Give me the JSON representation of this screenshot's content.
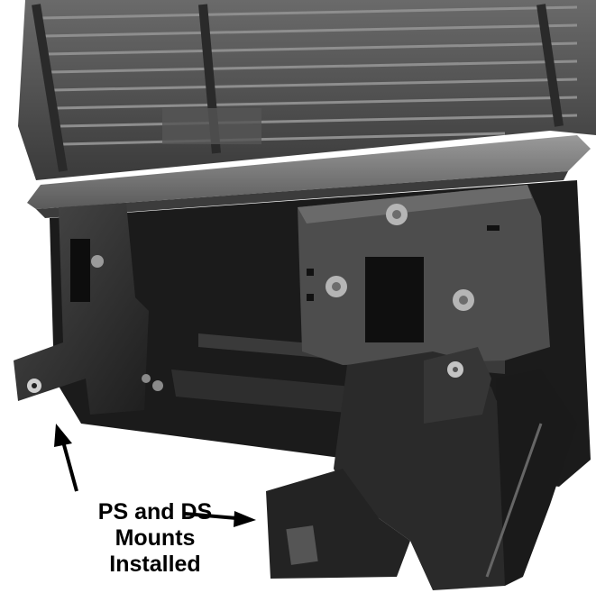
{
  "caption": {
    "lines": [
      "PS and DS",
      "Mounts",
      "Installed"
    ]
  },
  "colors": {
    "text": "#000000",
    "background": "#ffffff"
  },
  "icons": {
    "arrow_up": "arrow-up-icon",
    "arrow_right": "arrow-right-icon"
  }
}
